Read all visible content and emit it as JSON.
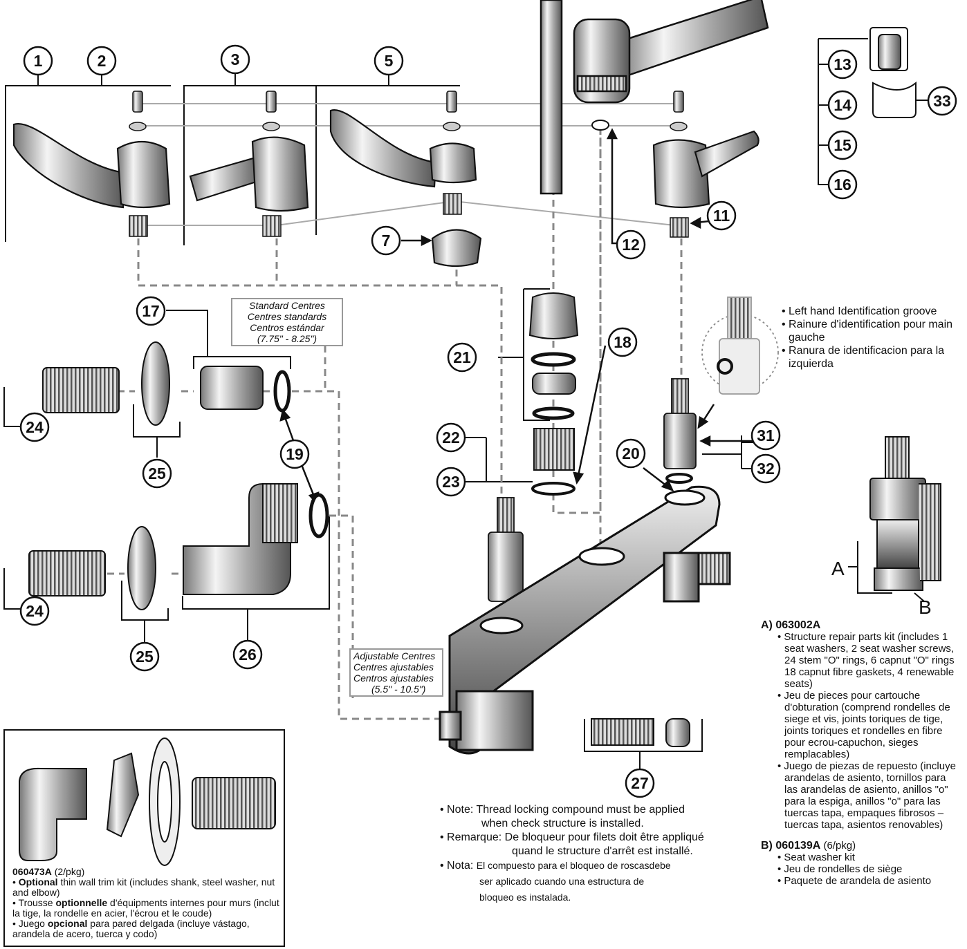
{
  "callouts": [
    "1",
    "2",
    "3",
    "5",
    "7",
    "11",
    "12",
    "13",
    "14",
    "15",
    "16",
    "17",
    "18",
    "19",
    "20",
    "21",
    "22",
    "23",
    "24",
    "24",
    "25",
    "25",
    "26",
    "27",
    "31",
    "32",
    "33"
  ],
  "letters": {
    "a": "A",
    "b": "B"
  },
  "standard_centres": {
    "l1": "Standard Centres",
    "l2": "Centres standards",
    "l3": "Centros estándar",
    "l4": "(7.75\" - 8.25\")"
  },
  "adjustable_centres": {
    "l1": "Adjustable Centres",
    "l2": "Centres ajustables",
    "l3": "Centros ajustables",
    "l4": "(5.5\" - 10.5\")"
  },
  "groove": {
    "l1": "• Left hand Identification groove",
    "l2": "• Rainure d'identification pour main",
    "l3": "gauche",
    "l4": "• Ranura de identificacion para la",
    "l5": "izquierda"
  },
  "note": {
    "l1": "• Note: Thread locking compound must be applied",
    "l2": "when check structure is installed.",
    "l3": "• Remarque: De bloqueur pour filets doit être appliqué",
    "l4": "quand le structure d'arrêt est installé.",
    "l5": "• Nota: ",
    "l5b": "El compuesto para el bloqueo de roscasdebe",
    "l6": "ser aplicado cuando una estructura de",
    "l7": "bloqueo es instalada."
  },
  "kit_a": {
    "header": "A) 063002A",
    "items": [
      "• Structure repair parts kit (includes 1 seat washers, 2 seat washer screws, 24 stem \"O\" rings, 6 capnut \"O\" rings 18 capnut fibre gaskets, 4 renewable seats)",
      "• Jeu de pieces pour cartouche d'obturation (comprend rondelles de siege et vis, joints toriques de tige, joints toriques et rondelles en fibre pour ecrou-capuchon, sieges remplacables)",
      "• Juego de piezas de repuesto (incluye arandelas de asiento, tornillos para las arandelas de asiento, anillos \"o\" para la espiga, anillos \"o\" para las tuercas tapa, empaques fibrosos – tuercas tapa, asientos renovables)"
    ]
  },
  "kit_b": {
    "header": "B) 060139A",
    "pkg": " (6/pkg)",
    "items": [
      "• Seat washer kit",
      "• Jeu de rondelles de siège",
      "• Paquete de arandela de asiento"
    ]
  },
  "trim_kit": {
    "header": "060473A",
    "pkg": " (2/pkg)",
    "l1a": "• ",
    "l1b": "Optional",
    "l1c": "  thin wall trim kit (includes shank, steel washer, nut and elbow)",
    "l2a": "• Trousse ",
    "l2b": "optionnelle",
    "l2c": " d'équipments internes pour murs (inclut la tige, la rondelle en acier, l'écrou et le coude)",
    "l3a": "• Juego ",
    "l3b": "opcional",
    "l3c": " para pared delgada (incluye vástago, arandela de acero, tuerca y codo)"
  },
  "colors": {
    "line": "#111111",
    "guide": "#888888",
    "chrome": "#d9d9d9",
    "dark": "#444444"
  }
}
